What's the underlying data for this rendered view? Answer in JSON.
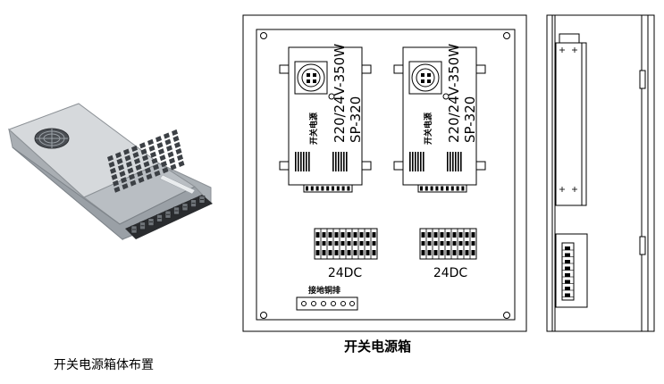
{
  "captions": {
    "left": "开关电源箱体布置",
    "center": "开关电源箱"
  },
  "front_panel": {
    "psu_units": [
      {
        "rating": "220/24V-350W",
        "model": "SP-320",
        "chinese_label": "开关电源"
      },
      {
        "rating": "220/24V-350W",
        "model": "SP-320",
        "chinese_label": "开关电源"
      }
    ],
    "terminal_labels": [
      "24DC",
      "24DC"
    ],
    "ground_bar_label": "接地铜排"
  },
  "colors": {
    "line": "#000000",
    "background": "#ffffff",
    "photo_body": "#c9cdd1"
  }
}
